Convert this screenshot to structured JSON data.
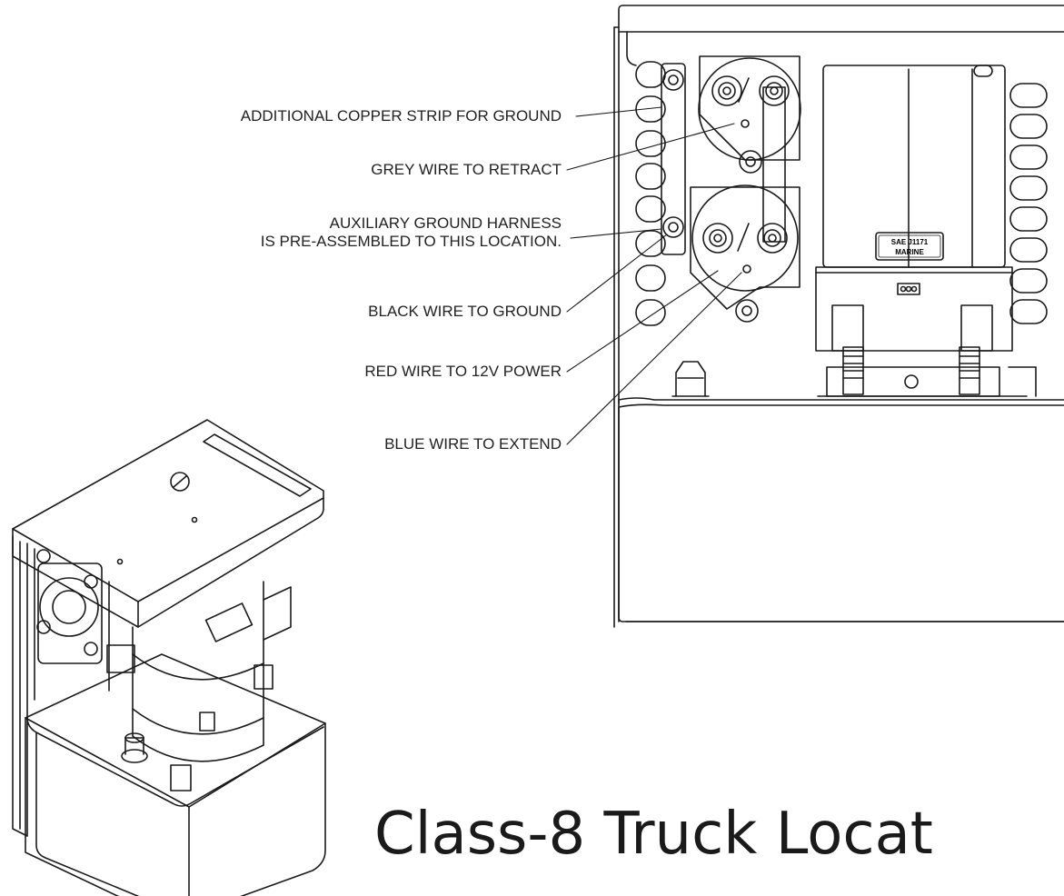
{
  "callouts": [
    {
      "lines": [
        "ADDITIONAL COPPER STRIP FOR GROUND"
      ]
    },
    {
      "lines": [
        "GREY WIRE TO RETRACT"
      ]
    },
    {
      "lines": [
        "AUXILIARY GROUND HARNESS",
        "IS PRE-ASSEMBLED TO THIS LOCATION."
      ]
    },
    {
      "lines": [
        "BLACK WIRE TO GROUND"
      ]
    },
    {
      "lines": [
        "RED WIRE TO 12V POWER"
      ]
    },
    {
      "lines": [
        "BLUE WIRE TO EXTEND"
      ]
    }
  ],
  "part_label": {
    "line1": "SAE J1171",
    "line2": "MARINE"
  },
  "title": "Class-8 Truck Locat",
  "colors": {
    "line": "#1a1a1a",
    "text": "#222222",
    "background": "#ffffff"
  }
}
